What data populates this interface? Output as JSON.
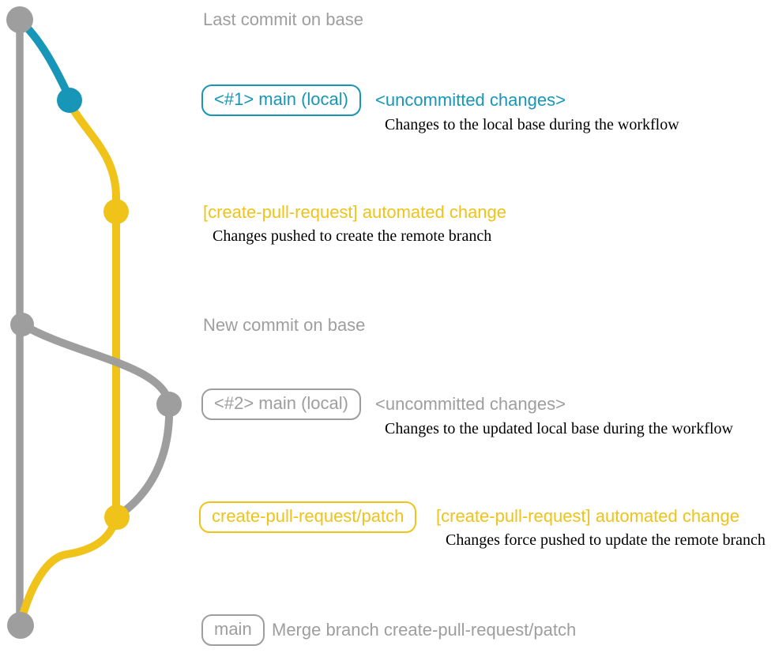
{
  "colors": {
    "gray": "#9e9e9e",
    "blue": "#1796b8",
    "yellow": "#efc31a",
    "black": "#000000",
    "background": "#ffffff"
  },
  "graph": {
    "branches": [
      {
        "name": "base",
        "color": "gray"
      },
      {
        "name": "main (local) #1",
        "color": "blue"
      },
      {
        "name": "create-pull-request/patch",
        "color": "yellow"
      },
      {
        "name": "main (local) #2",
        "color": "gray"
      }
    ],
    "commits": [
      {
        "id": "last-commit-on-base",
        "branch": "base",
        "color": "gray"
      },
      {
        "id": "uncommitted-changes-1",
        "branch": "main (local) #1",
        "color": "blue"
      },
      {
        "id": "automated-change-1",
        "branch": "create-pull-request/patch",
        "color": "yellow"
      },
      {
        "id": "new-commit-on-base",
        "branch": "base",
        "color": "gray"
      },
      {
        "id": "uncommitted-changes-2",
        "branch": "main (local) #2",
        "color": "gray"
      },
      {
        "id": "automated-change-2",
        "branch": "create-pull-request/patch",
        "color": "yellow"
      },
      {
        "id": "merge-commit",
        "branch": "base",
        "color": "gray"
      }
    ]
  },
  "annotations": {
    "last_commit": "Last commit on base",
    "branch1_pill": "<#1> main (local)",
    "uncommitted1": "<uncommitted changes>",
    "uncommitted1_desc": "Changes to the local base during the workflow",
    "automated_change1": "[create-pull-request] automated change",
    "automated_change1_desc": "Changes pushed to create the remote branch",
    "new_commit": "New commit on base",
    "branch2_pill": "<#2> main (local)",
    "uncommitted2": "<uncommitted changes>",
    "uncommitted2_desc": "Changes to the updated local base during the workflow",
    "patch_pill": "create-pull-request/patch",
    "automated_change2": "[create-pull-request] automated change",
    "automated_change2_desc": "Changes force pushed to update the remote branch",
    "main_pill": "main",
    "merge_commit": "Merge branch create-pull-request/patch"
  }
}
